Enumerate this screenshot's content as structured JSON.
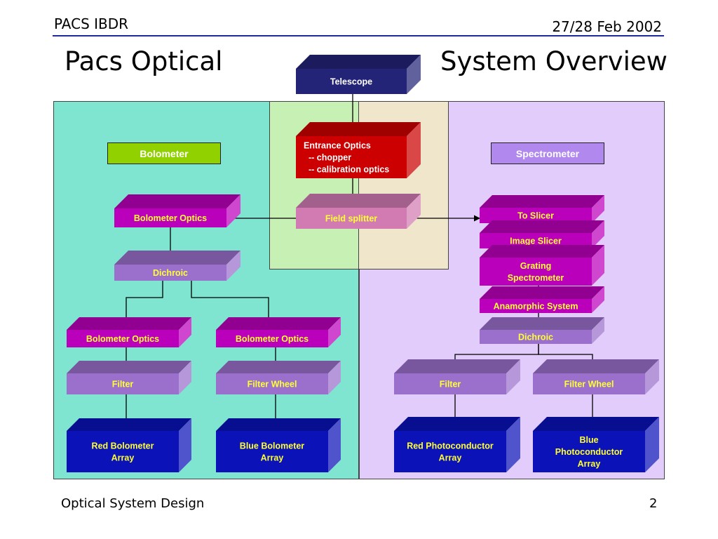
{
  "header": {
    "left": "PACS IBDR",
    "right": "27/28 Feb 2002"
  },
  "title": {
    "left": "Pacs Optical",
    "right": "System Overview"
  },
  "footer": {
    "left": "Optical System Design",
    "page": "2"
  },
  "colors": {
    "bolometer_region": "#80e5d0",
    "spectrometer_region": "#e2ccfc",
    "central_region_left": "#c7f0b5",
    "central_region_right": "#f0e6cc",
    "navy_block": "#232378",
    "red_block": "#cc0000",
    "magenta_block": "#bb00bb",
    "pink_block": "#d27bb3",
    "lavender_block": "#9a70cc",
    "blue_block": "#0a12b8",
    "yellow_text": "#ffff33",
    "label_bolometer": "#92d100",
    "label_spectrometer": "#b188ee"
  },
  "labels": {
    "bolometer": "Bolometer",
    "spectrometer": "Spectrometer"
  },
  "blocks": {
    "telescope": [
      "Telescope"
    ],
    "entrance_optics": [
      "Entrance Optics",
      "  -- chopper",
      "  -- calibration optics"
    ],
    "field_splitter": [
      "Field splitter"
    ],
    "bolometer_optics_main": [
      "Bolometer Optics"
    ],
    "dichroic_bolo": [
      "Dichroic"
    ],
    "bolometer_optics_left": [
      "Bolometer Optics"
    ],
    "bolometer_optics_right": [
      "Bolometer Optics"
    ],
    "filter_bolo": [
      "Filter"
    ],
    "filter_wheel_bolo": [
      "Filter Wheel"
    ],
    "red_bolometer_array": [
      "Red Bolometer",
      "Array"
    ],
    "blue_bolometer_array": [
      "Blue Bolometer",
      "Array"
    ],
    "to_slicer": [
      "To Slicer"
    ],
    "image_slicer": [
      "Image Slicer"
    ],
    "grating_spectrometer": [
      "Grating",
      "Spectrometer"
    ],
    "anamorphic_system": [
      "Anamorphic System"
    ],
    "dichroic_spec": [
      "Dichroic"
    ],
    "filter_spec": [
      "Filter"
    ],
    "filter_wheel_spec": [
      "Filter Wheel"
    ],
    "red_photoconductor_array": [
      "Red Photoconductor",
      "Array"
    ],
    "blue_photoconductor_array": [
      "Blue",
      "Photoconductor",
      "Array"
    ]
  }
}
